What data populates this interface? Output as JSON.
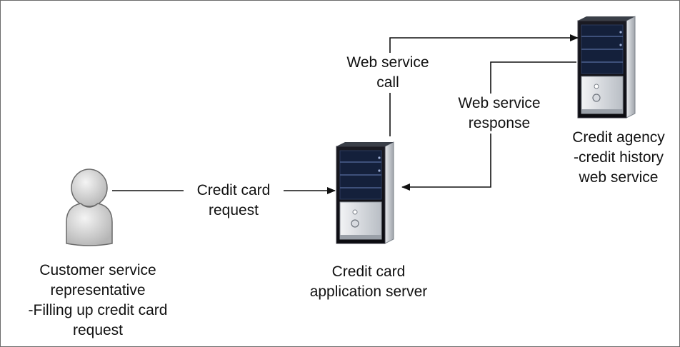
{
  "nodes": {
    "customer": {
      "icon": "person-icon",
      "label_lines": [
        "Customer service",
        "representative",
        "-Filling up credit card",
        "request"
      ]
    },
    "app_server": {
      "icon": "server-icon",
      "label_lines": [
        "Credit card",
        "application server"
      ]
    },
    "agency": {
      "icon": "server-icon",
      "label_lines": [
        "Credit agency",
        "-credit history",
        "web service"
      ]
    }
  },
  "edges": {
    "request": {
      "from": "customer",
      "to": "app_server",
      "label_lines": [
        "Credit card",
        "request"
      ]
    },
    "call": {
      "from": "app_server",
      "to": "agency",
      "label_lines": [
        "Web service",
        "call"
      ]
    },
    "response": {
      "from": "agency",
      "to": "app_server",
      "label_lines": [
        "Web service",
        "response"
      ]
    }
  },
  "colors": {
    "line": "#111111",
    "server_body": "#0d0d12",
    "server_panel": "#15213a",
    "server_base": "#cfd2d6",
    "person": "#cfcfcf",
    "person_stroke": "#6a6a6a"
  }
}
